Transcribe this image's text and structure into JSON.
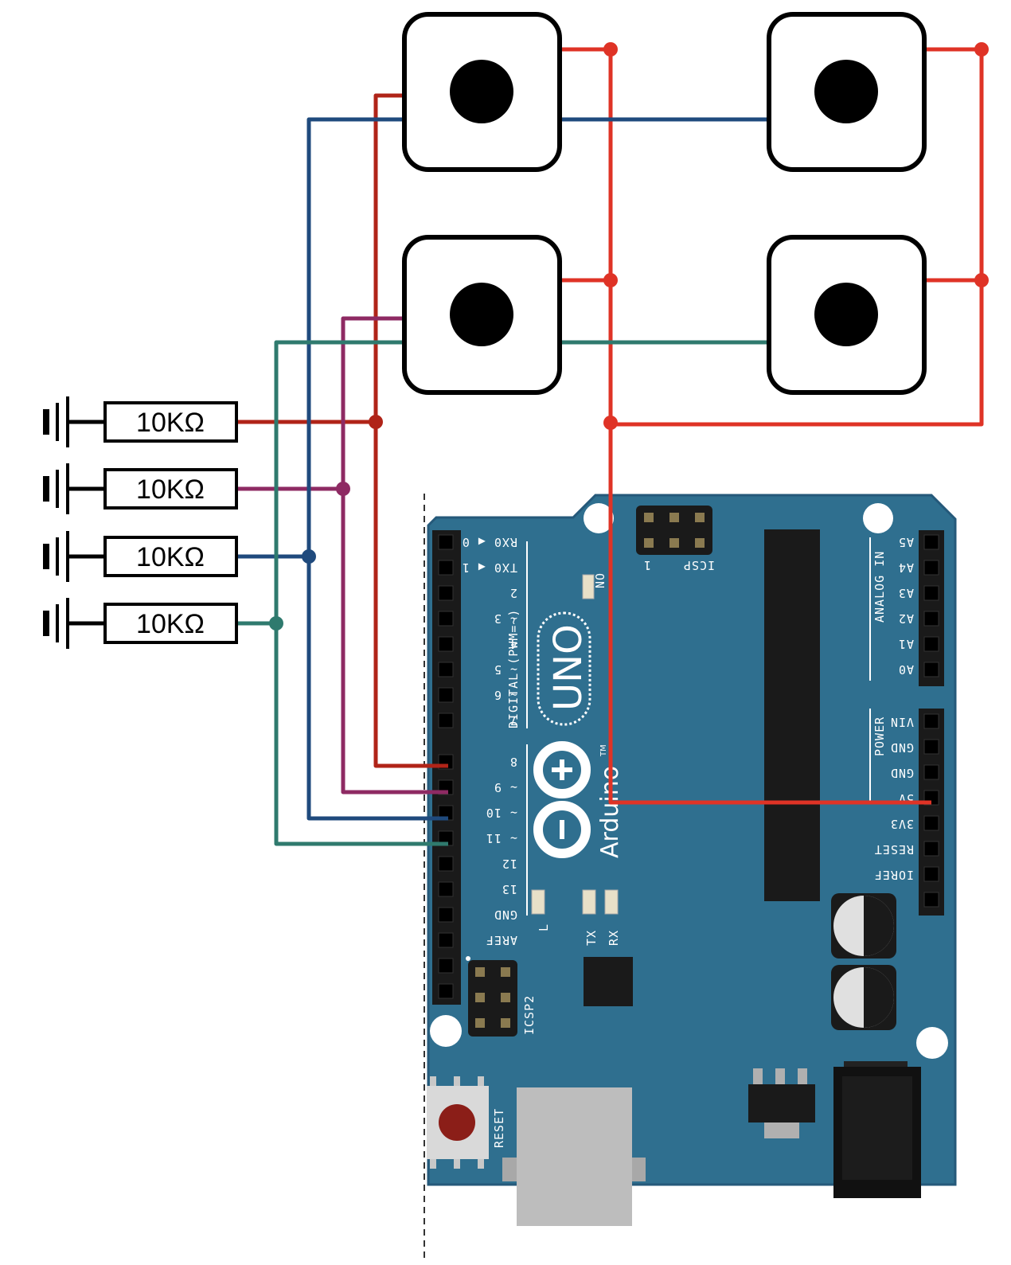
{
  "resistors": [
    {
      "label": "10KΩ",
      "wire_color": "#b02418"
    },
    {
      "label": "10KΩ",
      "wire_color": "#8e2a63"
    },
    {
      "label": "10KΩ",
      "wire_color": "#1f4a7d"
    },
    {
      "label": "10KΩ",
      "wire_color": "#2f7a6e"
    }
  ],
  "colors": {
    "vcc": "#df3326",
    "board": "#2f6f8f",
    "board_dark": "#25597a",
    "header": "#1a1a1a"
  },
  "board": {
    "digital_label": "DIGITAL (PWM=~)",
    "uno_label": "UNO",
    "brand": "Arduino",
    "tm": "TM",
    "on_label": "ON",
    "icsp_label": "ICSP",
    "icsp_pin1": "1",
    "icsp2_label": "ICSP2",
    "reset_label": "RESET",
    "l_label": "L",
    "tx_label": "TX",
    "rx_label": "RX",
    "analog_label": "ANALOG IN",
    "power_label": "POWER",
    "digital_pins": [
      "RX0 ◀ 0",
      "TX0 ◀ 1",
      "2",
      "~ 3",
      "4",
      "~ 5",
      "~ 6",
      "7",
      "8",
      "~ 9",
      "~ 10",
      "~ 11",
      "12",
      "13",
      "GND",
      "AREF"
    ],
    "analog_pins": [
      "A5",
      "A4",
      "A3",
      "A2",
      "A1",
      "A0"
    ],
    "power_pins": [
      "VIN",
      "GND",
      "GND",
      "5V",
      "3V3",
      "RESET",
      "IOREF"
    ]
  }
}
